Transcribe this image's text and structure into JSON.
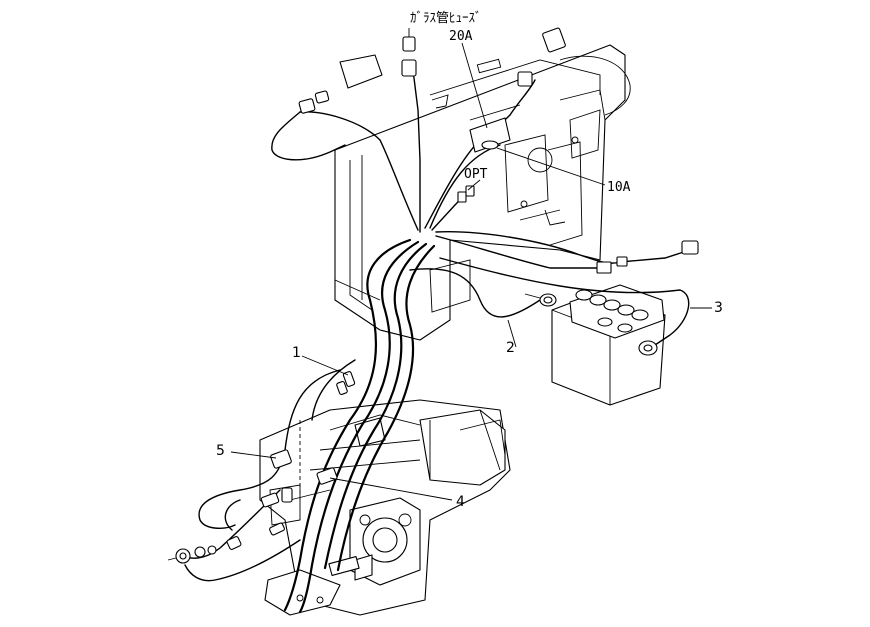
{
  "labels": {
    "fuse_glass": "ｶﾞﾗｽ管ﾋｭｰｽﾞ",
    "fuse_20a": "20A",
    "fuse_10a": "10A",
    "opt": "OPT"
  },
  "callouts": {
    "c1": "1",
    "c2": "2",
    "c3": "3",
    "c4": "4",
    "c5": "5"
  }
}
